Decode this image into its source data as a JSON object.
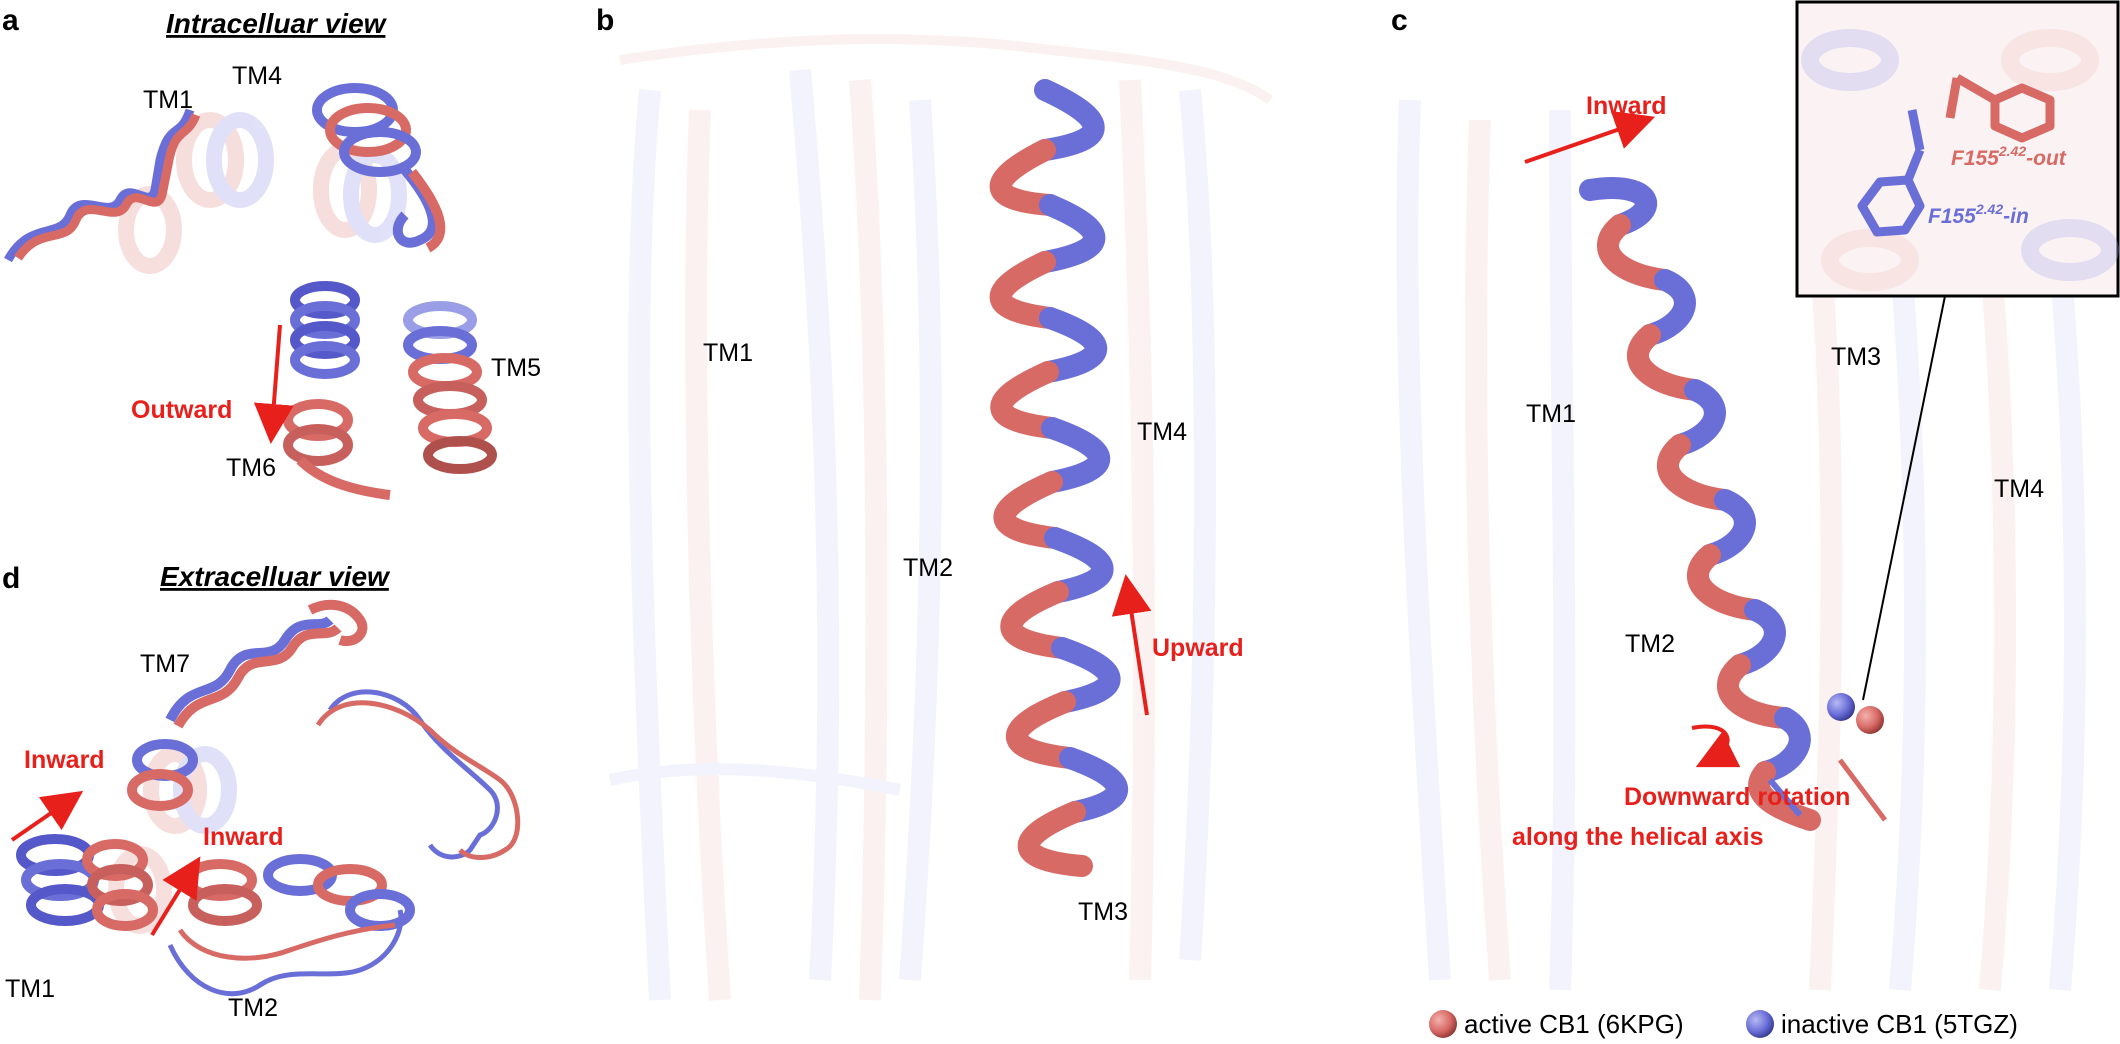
{
  "panels": {
    "a": {
      "label": "a",
      "title": "Intracelluar view",
      "tm_labels": [
        "TM1",
        "TM4",
        "TM5",
        "TM6"
      ],
      "annotation": "Outward"
    },
    "b": {
      "label": "b",
      "tm_labels": [
        "TM1",
        "TM2",
        "TM3",
        "TM4"
      ],
      "annotation": "Upward"
    },
    "c": {
      "label": "c",
      "tm_labels": [
        "TM1",
        "TM2",
        "TM3",
        "TM4"
      ],
      "annotation_top": "Inward",
      "annotation_bottom_line1": "Downward rotation",
      "annotation_bottom_line2": "along the helical axis",
      "inset": {
        "residue_out_base": "F155",
        "residue_out_sup": "2.42",
        "residue_out_suffix": "-out",
        "residue_in_base": "F155",
        "residue_in_sup": "2.42",
        "residue_in_suffix": "-in"
      }
    },
    "d": {
      "label": "d",
      "title": "Extracelluar view",
      "tm_labels": [
        "TM7",
        "TM1",
        "TM2"
      ],
      "annotation_1": "Inward",
      "annotation_2": "Inward"
    }
  },
  "legend": {
    "items": [
      {
        "label": "active CB1 (6KPG)",
        "color": "#d86a66"
      },
      {
        "label": "inactive CB1 (5TGZ)",
        "color": "#6a6fd8"
      }
    ]
  },
  "colors": {
    "active": "#d86a66",
    "inactive": "#6a6fd8",
    "arrow": "#e8201c"
  }
}
